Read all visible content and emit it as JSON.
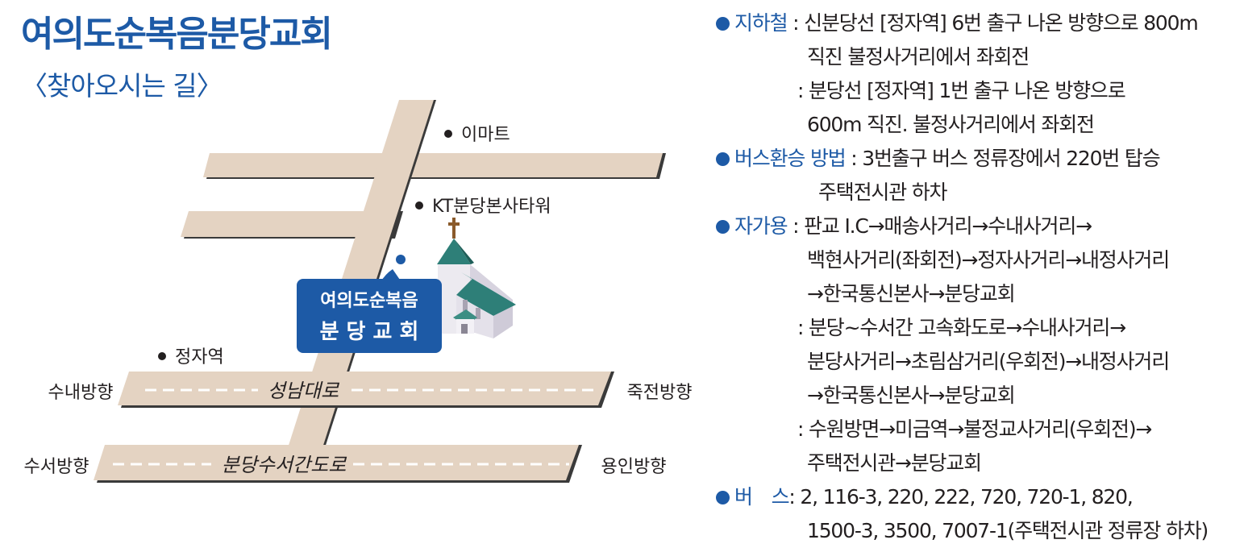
{
  "title": "여의도순복음분당교회",
  "subtitle": "〈찾아오시는 길〉",
  "map": {
    "landmarks": {
      "emart": "이마트",
      "kt": "KT분당본사타워",
      "jeongja": "정자역"
    },
    "church_label_line1": "여의도순복음",
    "church_label_line2": "분 당 교 회",
    "road_main": "성남대로",
    "road_lower": "분당수서간도로",
    "dir_left_upper": "수내방향",
    "dir_right_upper": "죽전방향",
    "dir_left_lower": "수서방향",
    "dir_right_lower": "용인방향",
    "colors": {
      "road": "#e4d3c2",
      "road_shadow": "#3a3a3a",
      "label_bg": "#1d5aa6",
      "roof": "#3c8e84",
      "wall": "#eceaf0"
    }
  },
  "directions": [
    {
      "head": "지하철",
      "sep": " : ",
      "text": "신분당선 [정자역] 6번 출구 나온 방향으로 800m",
      "indent": 0
    },
    {
      "head": "",
      "sep": "",
      "text": "직진 불정사거리에서 좌회전",
      "indent": 113
    },
    {
      "head": "",
      "sep": "",
      "text": ": 분당선 [정자역] 1번 출구 나온 방향으로",
      "indent": 101
    },
    {
      "head": "",
      "sep": "",
      "text": "600m 직진. 불정사거리에서 좌회전",
      "indent": 113
    },
    {
      "head": "버스환승 방법",
      "sep": " : ",
      "text": "3번출구 버스 정류장에서 220번 탑승",
      "indent": 0
    },
    {
      "head": "",
      "sep": "",
      "text": "주택전시관 하차",
      "indent": 127
    },
    {
      "head": "자가용",
      "sep": " : ",
      "text": "판교 I.C→매송사거리→수내사거리→",
      "indent": 0
    },
    {
      "head": "",
      "sep": "",
      "text": "백현사거리(좌회전)→정자사거리→내정사거리",
      "indent": 113
    },
    {
      "head": "",
      "sep": "",
      "text": "→한국통신본사→분당교회",
      "indent": 113
    },
    {
      "head": "",
      "sep": "",
      "text": ": 분당~수서간 고속화도로→수내사거리→",
      "indent": 101
    },
    {
      "head": "",
      "sep": "",
      "text": "분당사거리→초림삼거리(우회전)→내정사거리",
      "indent": 113
    },
    {
      "head": "",
      "sep": "",
      "text": "→한국통신본사→분당교회",
      "indent": 113
    },
    {
      "head": "",
      "sep": "",
      "text": ": 수원방면→미금역→불정교사거리(우회전)→",
      "indent": 101
    },
    {
      "head": "",
      "sep": "",
      "text": "주택전시관→분당교회",
      "indent": 113
    },
    {
      "head": "버　스",
      "sep": ": ",
      "text": "2, 116-3, 220, 222, 720, 720-1, 820,",
      "indent": 0
    },
    {
      "head": "",
      "sep": "",
      "text": "1500-3, 3500, 7007-1(주택전시관 정류장 하차)",
      "indent": 113
    }
  ]
}
